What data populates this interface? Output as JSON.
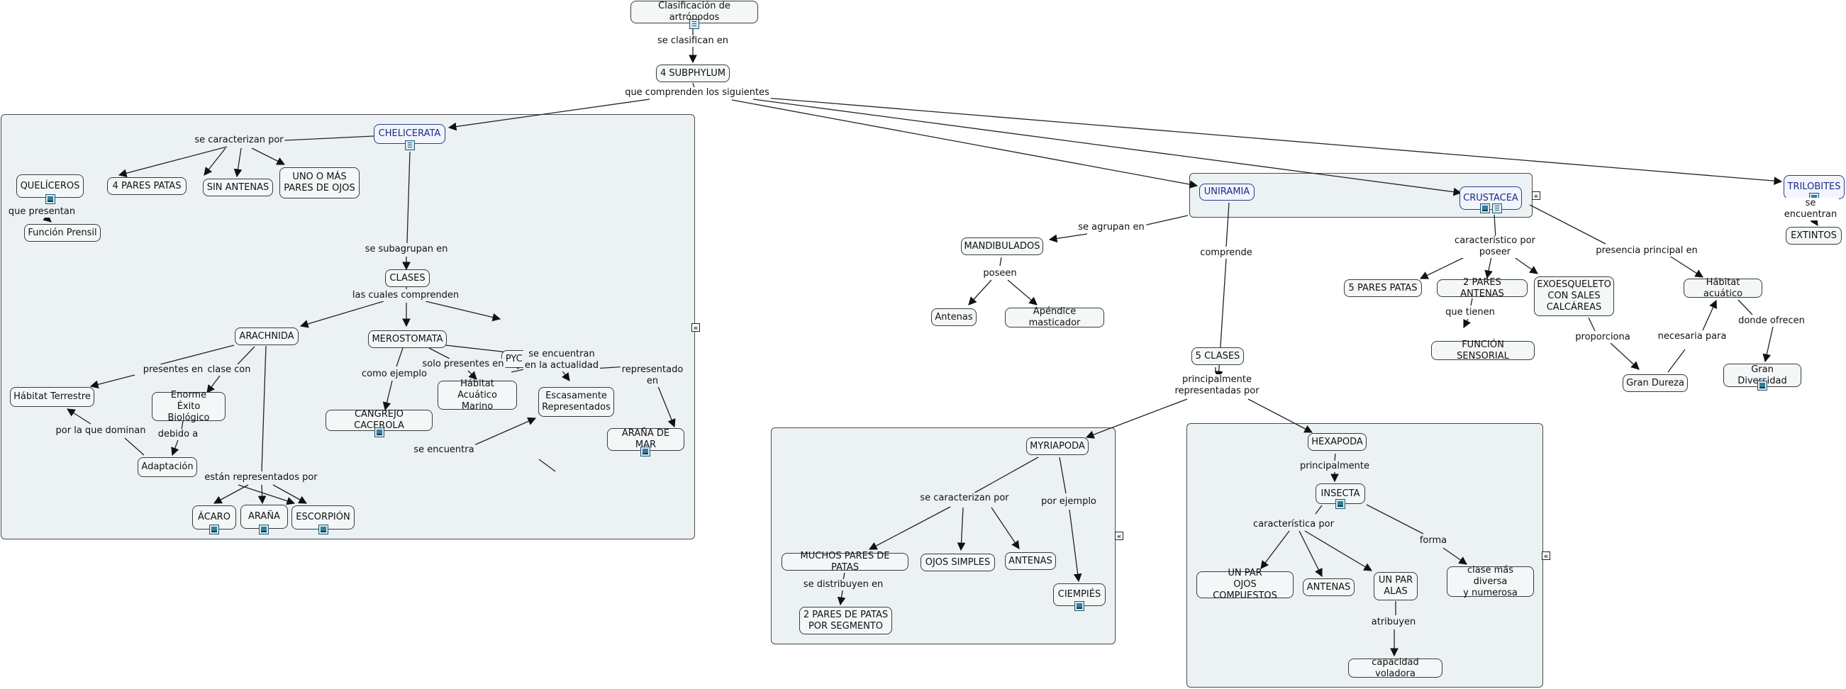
{
  "title": "Clasificación de artrópodos",
  "nodes": {
    "root": "Clasificación de artrópodos",
    "subphylum": "4 SUBPHYLUM",
    "chelicerata": "CHELICERATA",
    "queliceros": "QUELÍCEROS",
    "pares_patas4": "4 PARES PATAS",
    "sin_antenas": "SIN ANTENAS",
    "uno_mas_ojos": "UNO O MÁS\nPARES DE OJOS",
    "funcion_prensil": "Función Prensil",
    "clases": "CLASES",
    "arachnida": "ARACHNIDA",
    "merostomata": "MEROSTOMATA",
    "pycnogonida": "PYCNOGONIDA",
    "habitat_terrestre": "Hábitat Terrestre",
    "enorme_exito": "Enorme\nÉxito Biológico",
    "adaptacion": "Adaptación",
    "acaro": "ÁCARO",
    "arana": "ARAÑA",
    "escorpion": "ESCORPIÓN",
    "cangrejo_cacerola": "CANGREJO CACEROLA",
    "habitat_acuatico_marino": "Hábitat\nAcuático Marino",
    "escasamente": "Escasamente\nRepresentados",
    "arana_de_mar": "ARAÑA DE MAR",
    "uniramia": "UNIRAMIA",
    "crustacea": "CRUSTACEA",
    "trilobites": "TRILOBITES",
    "extintos": "EXTINTOS",
    "mandibulados": "MANDIBULADOS",
    "antenas_m": "Antenas",
    "apendice": "Apéndice masticador",
    "cinco_pares_patas": "5 PARES PATAS",
    "dos_pares_antenas": "2 PARES ANTENAS",
    "exoesqueleto": "EXOESQUELETO\nCON SALES\nCALCÁREAS",
    "funcion_sensorial": "FUNCIÓN SENSORIAL",
    "gran_dureza": "Gran Dureza",
    "habitat_acuatico": "Hábitat acuático",
    "gran_diversidad": "Gran Diversidad",
    "cinco_clases": "5 CLASES",
    "myriapoda": "MYRIAPODA",
    "muchos_pares": "MUCHOS PARES DE PATAS",
    "ojos_simples": "OJOS SIMPLES",
    "antenas_my": "ANTENAS",
    "ciempies": "CIEMPIÉS",
    "dos_pares_segmento": "2 PARES DE PATAS\nPOR SEGMENTO",
    "hexapoda": "HEXAPODA",
    "insecta": "INSECTA",
    "ojos_compuestos": "UN PAR\nOJOS COMPUESTOS",
    "antenas_in": "ANTENAS",
    "un_par_alas": "UN PAR\nALAS",
    "clase_diversa": "clase más diversa\ny numerosa",
    "capacidad_voladora": "capacidad voladora"
  },
  "labels": {
    "se_clasifican_en": "se clasifican en",
    "que_comprenden": "que comprenden los siguientes",
    "se_caracterizan_por": "se caracterizan por",
    "que_presentan": "que presentan",
    "se_subagrupan_en": "se subagrupan en",
    "las_cuales_comprenden": "las cuales comprenden",
    "presentes_en": "presentes en",
    "clase_con": "clase con",
    "debido_a": "debido a",
    "por_la_que_dominan": "por la que dominan",
    "estan_representados_por": "están representados por",
    "como_ejemplo": "como ejemplo",
    "solo_presentes_en": "solo presentes en",
    "se_encuentran_actualidad": "se encuentran\nen la actualidad",
    "representado_en": "representado\nen",
    "se_encuentra": "se encuentra",
    "se_agrupan_en": "se agrupan en",
    "poseen": "poseen",
    "comprende": "comprende",
    "caracteristico_por_poseer": "característico por\nposeer",
    "presencia_principal_en": "presencia principal en",
    "se_encuentran": "se encuentran",
    "que_tienen": "que tienen",
    "proporciona": "proporciona",
    "necesaria_para": "necesaria para",
    "donde_ofrecen": "donde ofrecen",
    "principalmente_representadas_por": "principalmente\nrepresentadas por",
    "se_caracterizan_por_2": "se caracterizan por",
    "por_ejemplo": "por ejemplo",
    "se_distribuyen_en": "se distribuyen en",
    "principalmente": "principalmente",
    "caracteristica_por": "característica por",
    "forma": "forma",
    "atribuyen": "atribuyen"
  },
  "icons": {
    "image_icon": "image-resource-icon",
    "document_icon": "document-resource-icon",
    "collapse_icon": "collapse-group-icon"
  },
  "colors": {
    "group_fill": "#ecf2f4",
    "node_border": "#3a3a3a",
    "blue_text": "#1c2a8a"
  }
}
